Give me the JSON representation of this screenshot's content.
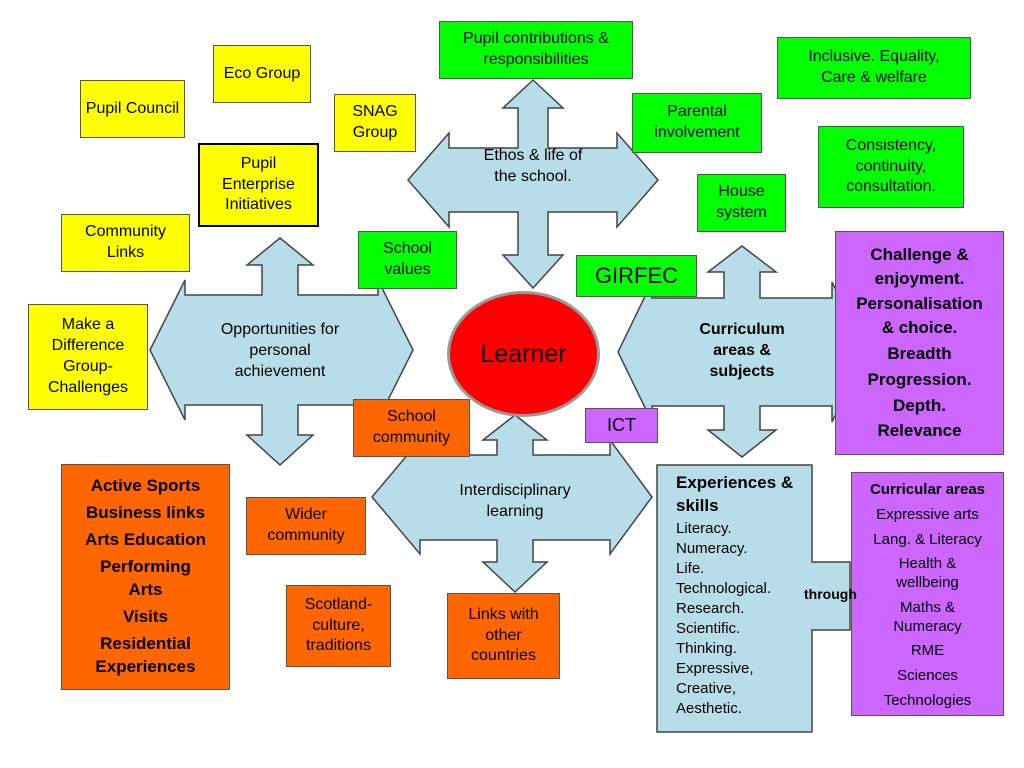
{
  "center": {
    "label": "Learner"
  },
  "hubs": {
    "ethos": "Ethos & life of the school.",
    "opportunities": "Opportunities for personal achievement",
    "curriculum": "Curriculum areas & subjects",
    "interdisciplinary": "Interdisciplinary learning"
  },
  "yellow_boxes": {
    "eco_group": "Eco Group",
    "pupil_council": "Pupil Council",
    "snag_group": "SNAG Group",
    "pupil_enterprise": "Pupil Enterprise Initiatives",
    "community_links": "Community Links",
    "make_a_difference": "Make a Difference Group-Challenges"
  },
  "green_boxes": {
    "pupil_contributions": "Pupil contributions & responsibilities",
    "inclusive": "Inclusive. Equality, Care & welfare",
    "parental": "Parental involvement",
    "consistency": "Consistency, continuity, consultation.",
    "house_system": "House system",
    "school_values": "School values",
    "girfec": "GIRFEC"
  },
  "orange_boxes": {
    "school_community": "School community",
    "wider_community": "Wider community",
    "scotland": "Scotland- culture, traditions",
    "links_countries": "Links with other countries",
    "activities": [
      "Active Sports",
      "Business links",
      "Arts Education",
      "Performing Arts",
      "Visits",
      "Residential Experiences"
    ]
  },
  "purple_boxes": {
    "ict": "ICT",
    "principles": [
      "Challenge & enjoyment.",
      "Personalisation & choice.",
      "Breadth",
      "Progression.",
      "Depth.",
      "Relevance"
    ],
    "curricular_areas_title": "Curricular areas",
    "curricular_areas": [
      "Expressive arts",
      "Lang. & Literacy",
      "Health & wellbeing",
      "Maths & Numeracy",
      "RME",
      "Sciences",
      "Technologies"
    ]
  },
  "experiences": {
    "title": "Experiences & skills",
    "items": [
      "Literacy.",
      "Numeracy.",
      "Life.",
      "Technological.",
      "Research.",
      "Scientific.",
      "Thinking.",
      "Expressive,",
      "Creative,",
      "Aesthetic."
    ],
    "through": "through"
  },
  "colors": {
    "arrow_fill": "#b7dde8",
    "yellow": "#ffff00",
    "green": "#00ff00",
    "orange": "#ff6600",
    "purple": "#cc66ff",
    "learner": "#ff0000"
  }
}
